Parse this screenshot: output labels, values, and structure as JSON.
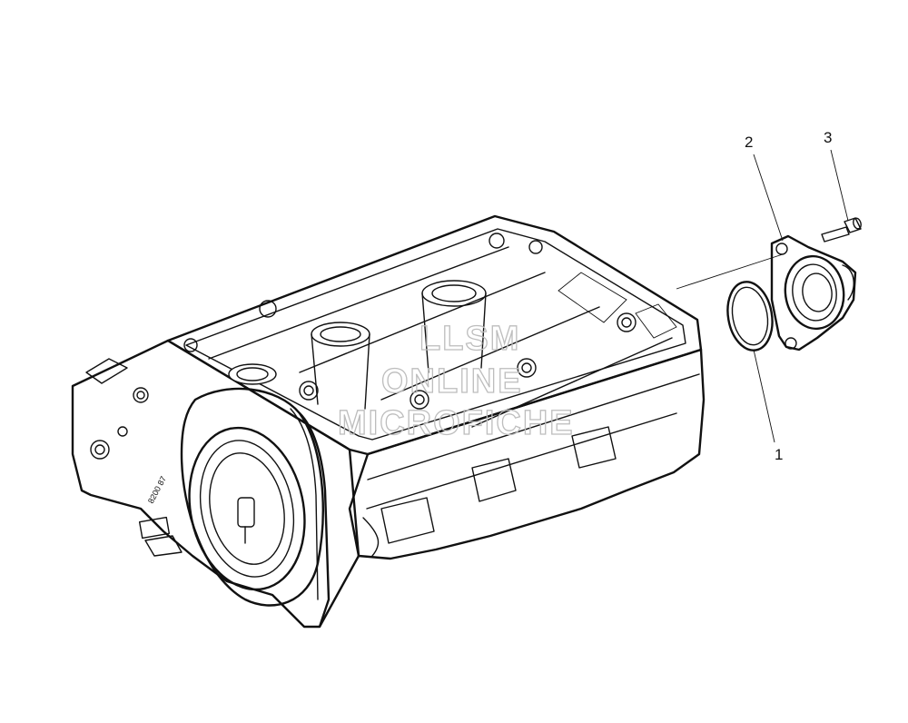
{
  "diagram": {
    "callouts": [
      {
        "id": "1",
        "label": "1"
      },
      {
        "id": "2",
        "label": "2"
      },
      {
        "id": "3",
        "label": "3"
      }
    ],
    "watermark": {
      "line1": "LLSM",
      "line2": "ONLINE",
      "line3": "MICROFICHE"
    },
    "part_stamp": "8200 87"
  }
}
